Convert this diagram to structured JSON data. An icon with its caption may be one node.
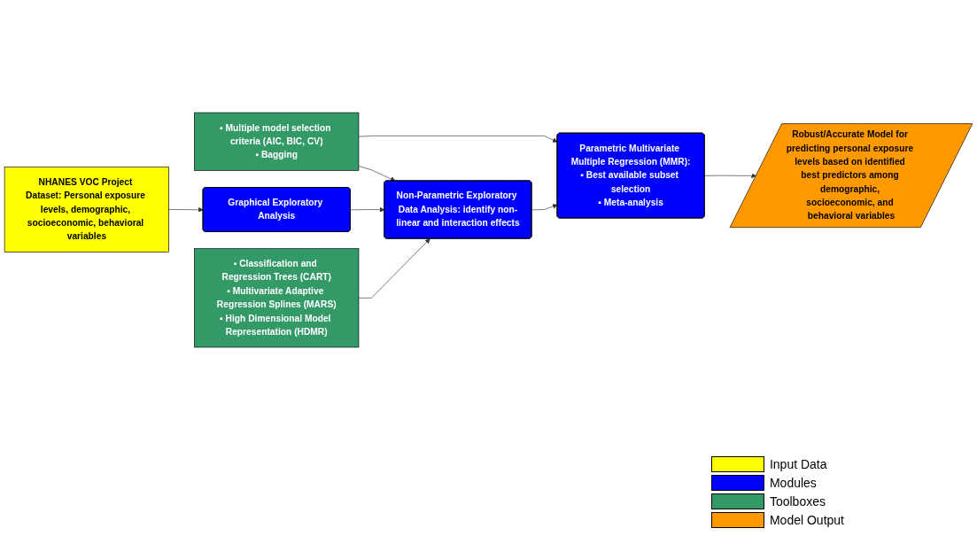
{
  "diagram": {
    "nodes": [
      {
        "text": [
          "NHANES VOC Project Dataset: Personal exposure levels, demographic, socioeconomic, behavioral variables"
        ]
      },
      {
        "text": [
          "Graphical Exploratory Analysis"
        ]
      },
      {
        "text": [
          "Non-Parametric Exploratory Data Analysis: identify non-linear and interaction effects"
        ]
      },
      {
        "text": [
          "Parametric Multivariate Multiple Regression (MMR):",
          "▪ Best available subset selection",
          "▪ Meta-analysis"
        ]
      },
      {
        "text": [
          "▪ Multiple model selection criteria (AIC, BIC, CV)",
          "▪ Bagging"
        ]
      },
      {
        "text": [
          "Robust/Accurate Model for predicting personal exposure levels based on identified best predictors among demographic, socioeconomic, and behavioral variables"
        ]
      },
      {
        "text": [
          "▪ Classification and Regression Trees (CART)",
          "▪ Multivariate Adaptive Regression Splines (MARS)",
          "▪ High Dimensional Model Representation (HDMR)"
        ]
      }
    ],
    "edges": [
      {
        "from": 0,
        "to": 1,
        "arrow": "to"
      },
      {
        "from": 1,
        "to": 2,
        "arrow": "to"
      },
      {
        "from": 2,
        "to": 3,
        "arrow": "to"
      },
      {
        "from": 3,
        "to": 5,
        "arrow": "to"
      },
      {
        "from": 4,
        "to": 2,
        "arrow": "to"
      },
      {
        "from": 4,
        "to": 3,
        "arrow": "to"
      },
      {
        "from": 6,
        "to": 2,
        "arrow": "to"
      }
    ],
    "legend": [
      {
        "text": "Input Data",
        "color": "#ffff00"
      },
      {
        "text": "Modules",
        "color": "#0000ff"
      },
      {
        "text": "Toolboxes",
        "color": "#339966"
      },
      {
        "text": "Model Output",
        "color": "#ff9900"
      }
    ]
  }
}
